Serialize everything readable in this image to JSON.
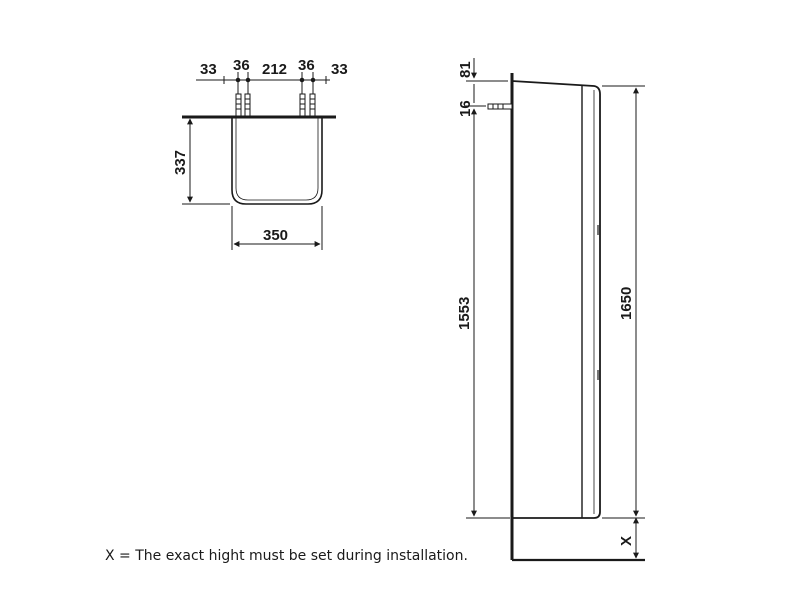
{
  "top_view": {
    "fixing_spacing": {
      "left_edge": "33",
      "left_pair": "36",
      "center": "212",
      "right_pair": "36",
      "right_edge": "33"
    },
    "depth": "337",
    "width": "350"
  },
  "side_view": {
    "top_offset": "81",
    "screw_offset": "16",
    "mounting_height": "1553",
    "total_height": "1650",
    "floor_gap": "X"
  },
  "note": "X = The exact hight must be set during installation.",
  "colors": {
    "line": "#1a1a1a",
    "background": "#ffffff"
  }
}
